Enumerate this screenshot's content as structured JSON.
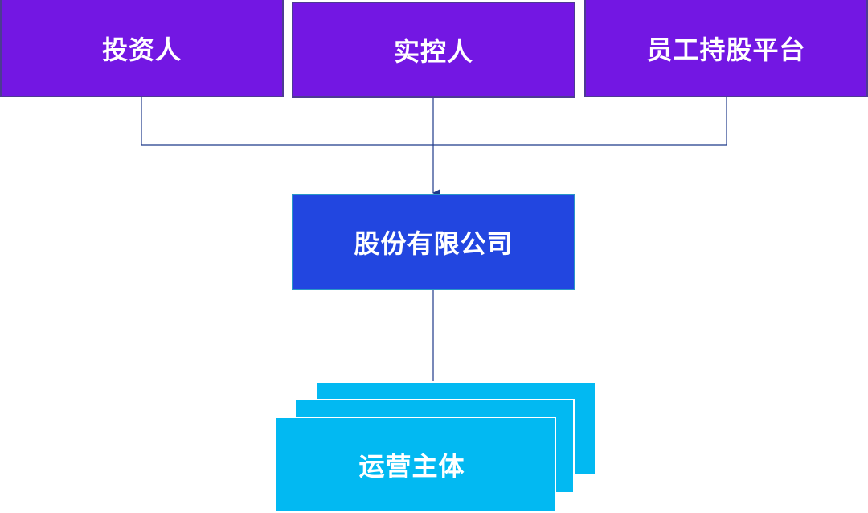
{
  "shareholders": [
    {
      "label": "投资人"
    },
    {
      "label": "实控人"
    },
    {
      "label": "员工持股平台"
    }
  ],
  "company": {
    "label": "股份有限公司"
  },
  "operating": {
    "label": "运营主体"
  },
  "colors": {
    "shareholder_fill": "#7317E3",
    "company_fill": "#2246E0",
    "operating_fill": "#02B9F2",
    "connector": "#1F3A8A"
  }
}
